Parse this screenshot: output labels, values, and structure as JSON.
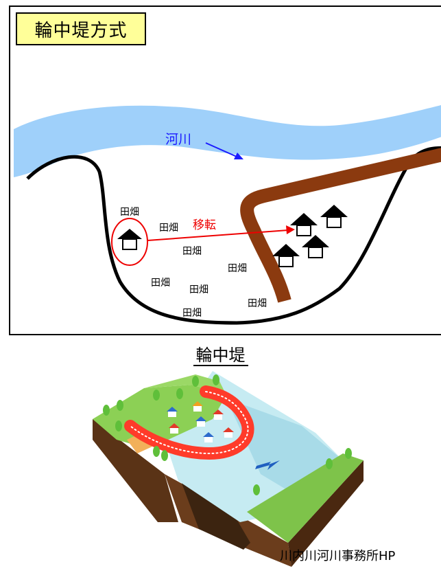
{
  "top_panel": {
    "title": "輪中堤方式",
    "river_label": "河川",
    "move_label": "移転",
    "field_label": "田畑"
  },
  "bottom": {
    "subtitle": "輪中堤",
    "credit": "川内川河川事務所HP"
  },
  "colors": {
    "river": "#9fd0fa",
    "embankment_brown": "#8b3a0f",
    "arrow_red": "#ee0000",
    "river_text_blue": "#1a1aff",
    "title_bg": "#ffff99",
    "ring_levee_red": "#ff3b2a",
    "flow_arrow_blue": "#1f5fc0"
  }
}
